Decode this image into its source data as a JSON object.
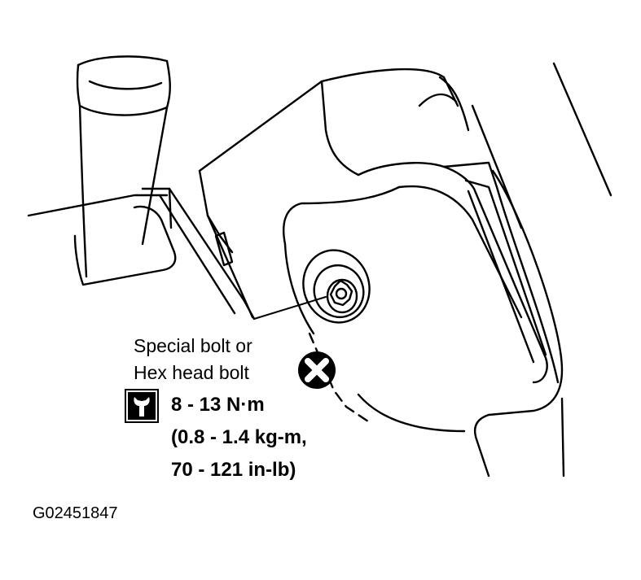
{
  "callout": {
    "line1": "Special bolt or",
    "line2": "Hex head bolt"
  },
  "torque": {
    "nm": "8 - 13 N·m",
    "kgm": "(0.8 - 1.4 kg-m,",
    "inlb": "70 - 121 in-lb)"
  },
  "figure_id": "G02451847",
  "icons": {
    "torque": "wrench-torque-icon",
    "do_not_reuse": "x-circle-icon"
  },
  "colors": {
    "ink": "#000000",
    "paper": "#ffffff"
  }
}
